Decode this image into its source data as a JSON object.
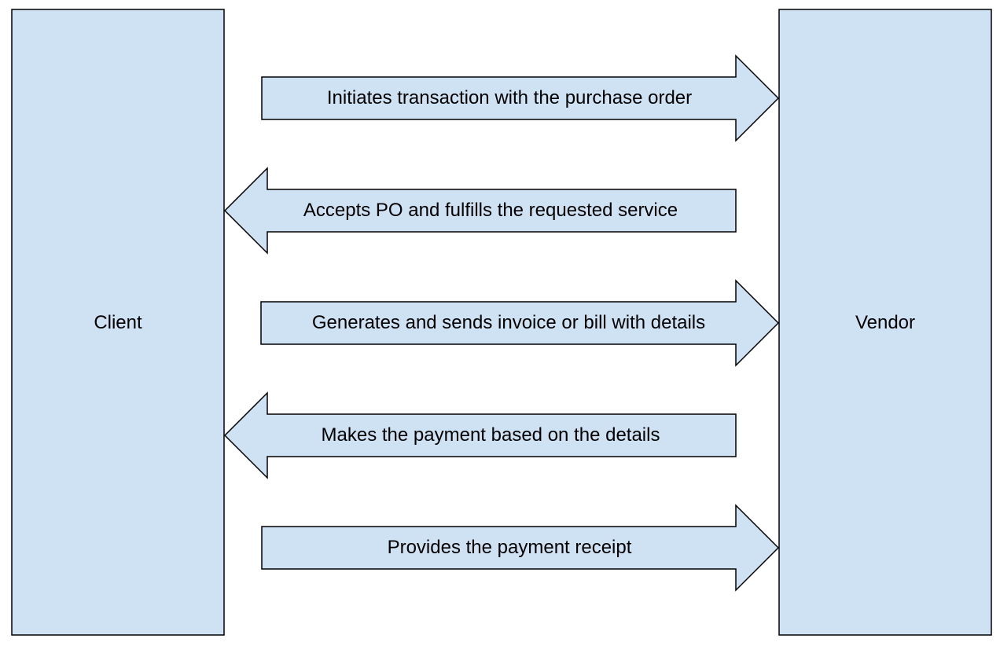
{
  "colors": {
    "fill": "#cfe2f3",
    "stroke": "#000000",
    "text": "#000000",
    "background": "#ffffff"
  },
  "actors": {
    "left": {
      "label": "Client"
    },
    "right": {
      "label": "Vendor"
    }
  },
  "messages": [
    {
      "label": "Initiates transaction with the purchase order",
      "direction": "right"
    },
    {
      "label": "Accepts PO and fulfills the requested service",
      "direction": "left"
    },
    {
      "label": "Generates and sends invoice or bill with details",
      "direction": "right"
    },
    {
      "label": "Makes the payment based on the details",
      "direction": "left"
    },
    {
      "label": "Provides the payment receipt",
      "direction": "right"
    }
  ]
}
